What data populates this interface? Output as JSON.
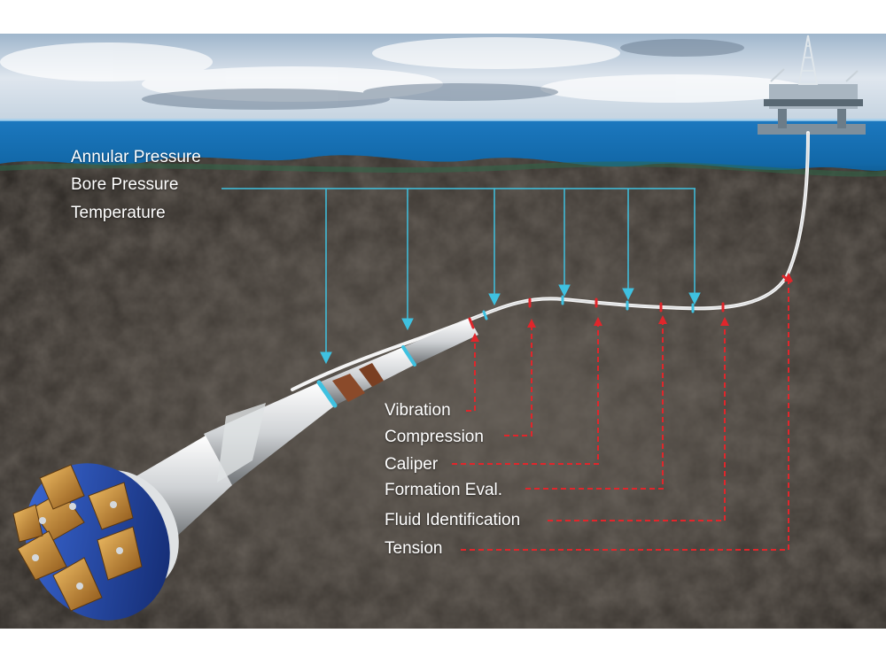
{
  "colors": {
    "sky": "#c9d6e2",
    "sea": "#1a6fb0",
    "rock": "#3b3631",
    "measurement_blue": "#3fc1e0",
    "measurement_red": "#e0262b",
    "label_text": "#ffffff",
    "pipe": "#f2f2f2",
    "drill_bit_blue": "#1d3f9e",
    "drill_bit_gold": "#c98a2c"
  },
  "blue_labels": [
    "Annular Pressure",
    "Bore Pressure",
    "Temperature"
  ],
  "red_labels": [
    "Vibration",
    "Compression",
    "Caliper",
    "Formation Eval.",
    "Fluid Identification",
    "Tension"
  ],
  "icons": {
    "rig": "offshore-drilling-rig-icon",
    "bit": "drill-bit-icon"
  }
}
